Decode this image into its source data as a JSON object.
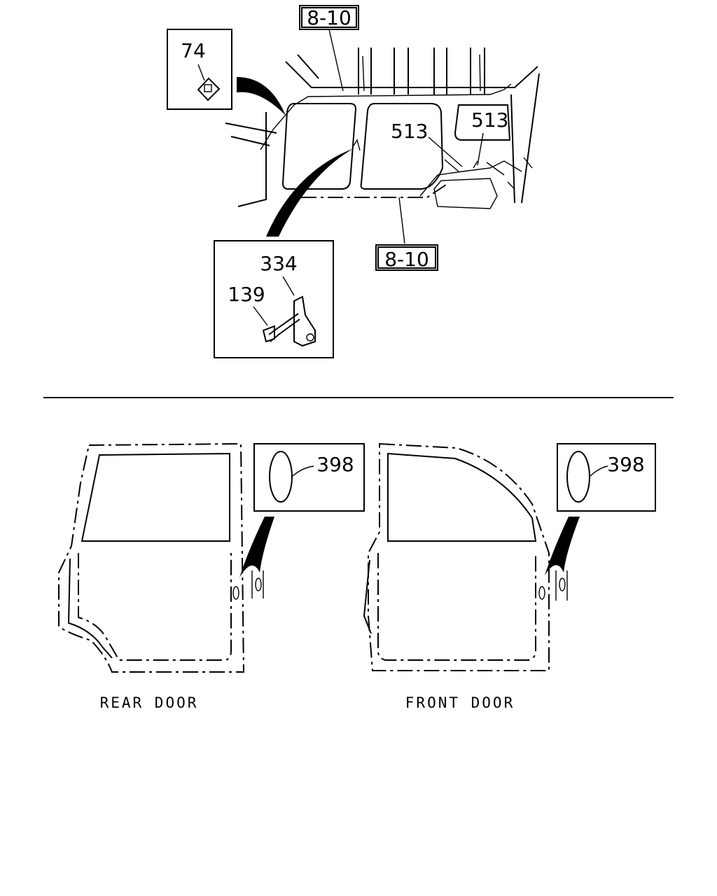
{
  "diagram": {
    "callouts": {
      "ref_top": "8-10",
      "ref_bottom": "8-10",
      "clip": "74",
      "grommet_left": "513",
      "grommet_right": "513",
      "bracket": "334",
      "bolt": "139",
      "plug_rear": "398",
      "plug_front": "398"
    },
    "captions": {
      "rear_door": "REAR DOOR",
      "front_door": "FRONT DOOR"
    }
  }
}
